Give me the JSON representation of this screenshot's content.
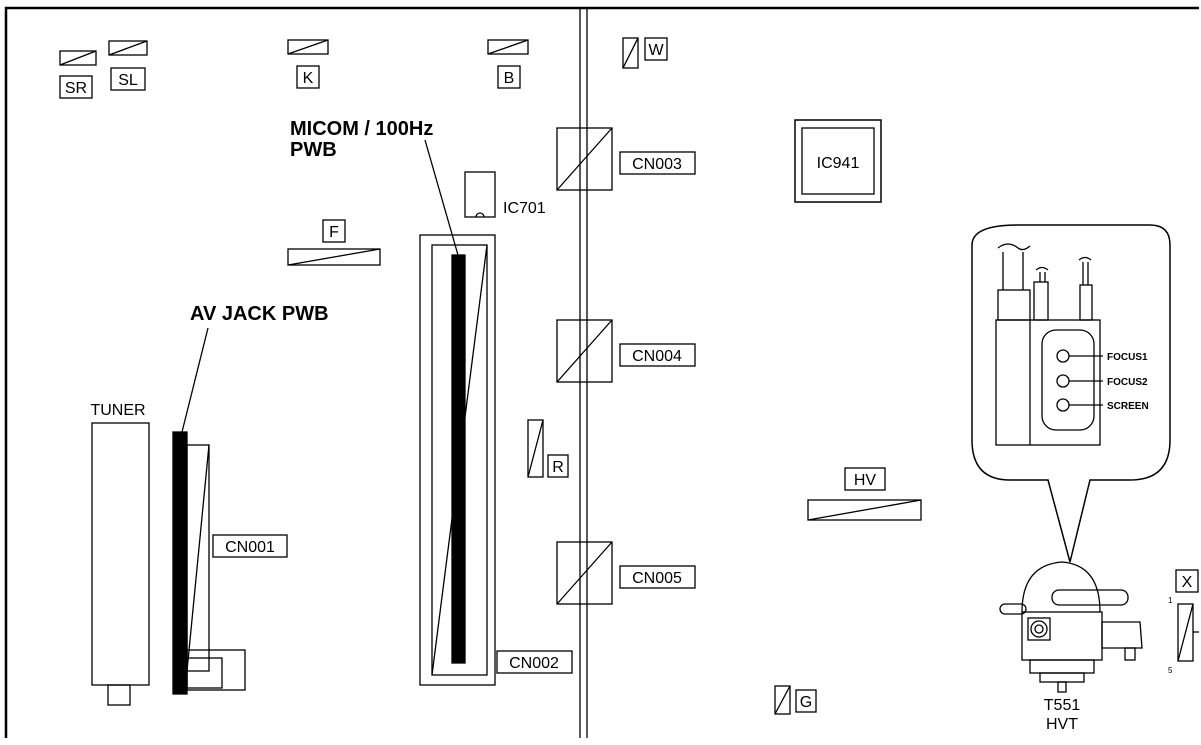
{
  "labels": {
    "sr": "SR",
    "sl": "SL",
    "k": "K",
    "b": "B",
    "w": "W",
    "f": "F",
    "r": "R",
    "g": "G",
    "x": "X",
    "hv": "HV",
    "cn001": "CN001",
    "cn002": "CN002",
    "cn003": "CN003",
    "cn004": "CN004",
    "cn005": "CN005",
    "ic701": "IC701",
    "ic941": "IC941",
    "tuner": "TUNER",
    "micom_line1": "MICOM / 100Hz",
    "micom_line2": "PWB",
    "av_jack": "AV JACK PWB",
    "focus1": "FOCUS1",
    "focus2": "FOCUS2",
    "screen": "SCREEN",
    "t551": "T551",
    "hvt": "HVT",
    "pin1": "1",
    "pin5": "5"
  }
}
